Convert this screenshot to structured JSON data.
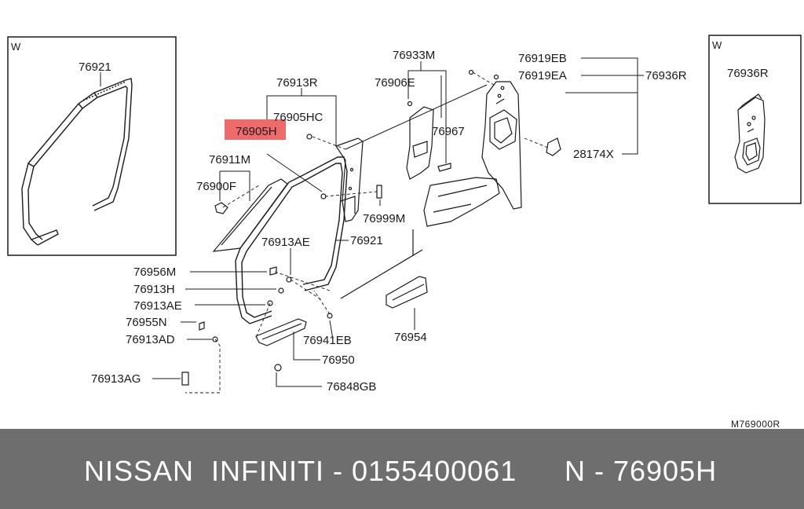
{
  "diagram": {
    "highlight_color": "#ef6b6b",
    "inset_left": {
      "tag": "W",
      "part": "76921"
    },
    "inset_right": {
      "tag": "W",
      "part": "76936R"
    },
    "labels": {
      "p76921_top": "76921",
      "p76913R": "76913R",
      "p76905HC": "76905HC",
      "p76905H": "76905H",
      "p76933M": "76933M",
      "p76906E": "76906E",
      "p76967": "76967",
      "p76919EB": "76919EB",
      "p76919EA": "76919EA",
      "p76936R": "76936R",
      "p28174X": "28174X",
      "p76911M": "76911M",
      "p76900F": "76900F",
      "p76999M": "76999M",
      "p76913AE_a": "76913AE",
      "p76921_mid": "76921",
      "p76956M": "76956M",
      "p76913H": "76913H",
      "p76913AE_b": "76913AE",
      "p76955N": "76955N",
      "p76913AD": "76913AD",
      "p76941EB": "76941EB",
      "p76954": "76954",
      "p76950": "76950",
      "p76913AG": "76913AG",
      "p76848GB": "76848GB"
    },
    "diagram_code": "M769000R"
  },
  "banner": {
    "left_text": "NISSAN  INFINITI - 0155400061",
    "right_text": "N - 76905H"
  }
}
